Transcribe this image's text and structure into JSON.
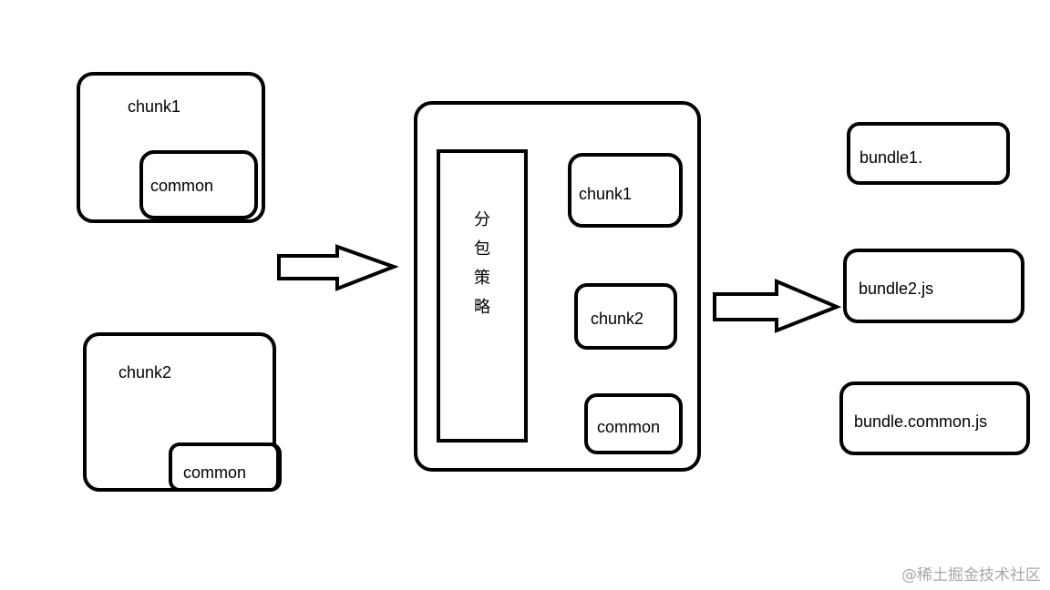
{
  "source": {
    "chunk1": {
      "title": "chunk1",
      "inner": "common"
    },
    "chunk2": {
      "title": "chunk2",
      "inner": "common"
    }
  },
  "processor": {
    "strategy_chars": [
      "分",
      "包",
      "策",
      "略"
    ],
    "items": [
      "chunk1",
      "chunk2",
      "common"
    ]
  },
  "outputs": [
    "bundle1.",
    "bundle2.js",
    "bundle.common.js"
  ],
  "watermark": "@稀土掘金技术社区"
}
